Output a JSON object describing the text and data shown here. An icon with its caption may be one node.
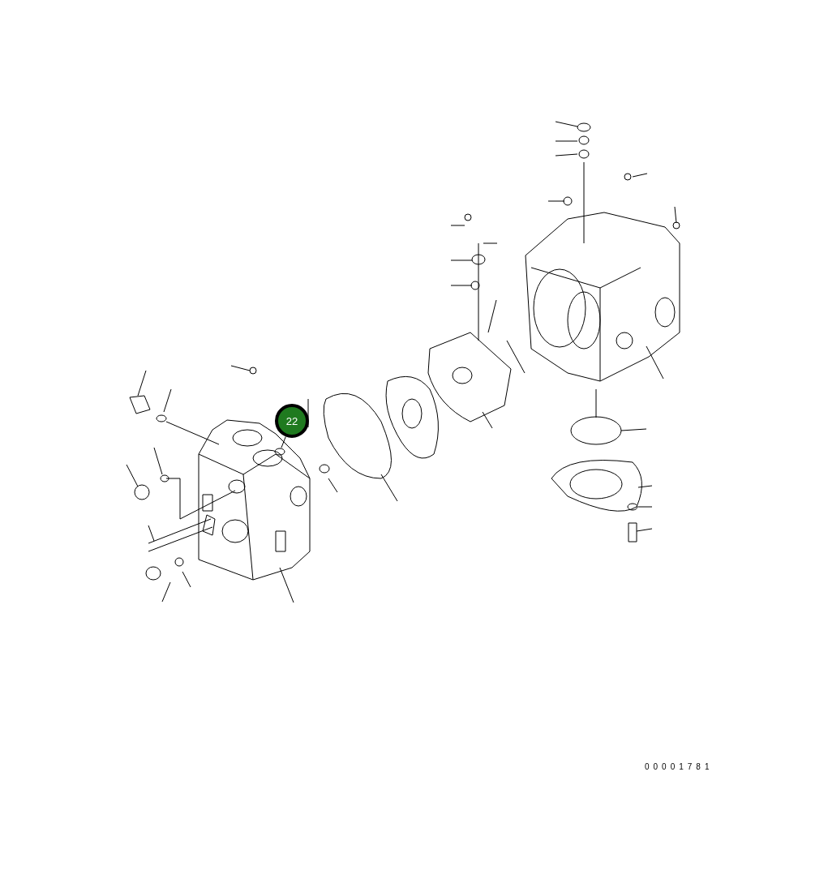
{
  "diagram": {
    "nodes": [
      {
        "text": [
          "22"
        ]
      },
      {
        "text": [],
        "shape": "circle"
      }
    ],
    "edges": [
      {
        "from": 0,
        "to": 1,
        "arrow": "none"
      }
    ],
    "labels": [
      "00001781"
    ]
  }
}
